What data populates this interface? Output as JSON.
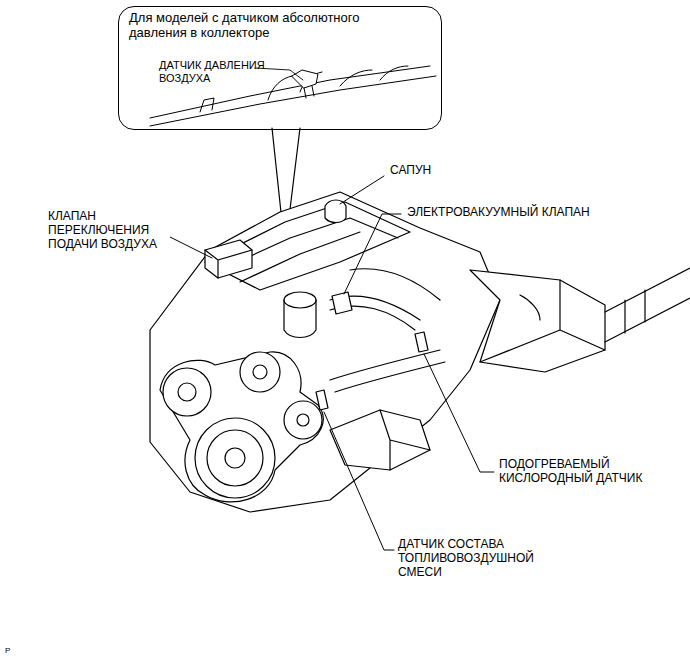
{
  "diagram": {
    "nodes": [
      {
        "text": [
          "Для моделей с датчиком абсолютного давления в коллекторе",
          "ДАТЧИК ДАВЛЕНИЯ ВОЗДУХА"
        ]
      }
    ],
    "labels": [
      "САПУН",
      "ЭЛЕКТРОВАКУУМНЫЙ КЛАПАН",
      "КЛАПАН ПЕРЕКЛЮЧЕНИЯ ПОДАЧИ ВОЗДУХА",
      "ПОДОГРЕВАЕМЫЙ КИСЛОРОДНЫЙ ДАТЧИК",
      "ДАТЧИК СОСТАВА ТОПЛИВОВОЗДУШНОЙ СМЕСИ",
      "P"
    ]
  }
}
